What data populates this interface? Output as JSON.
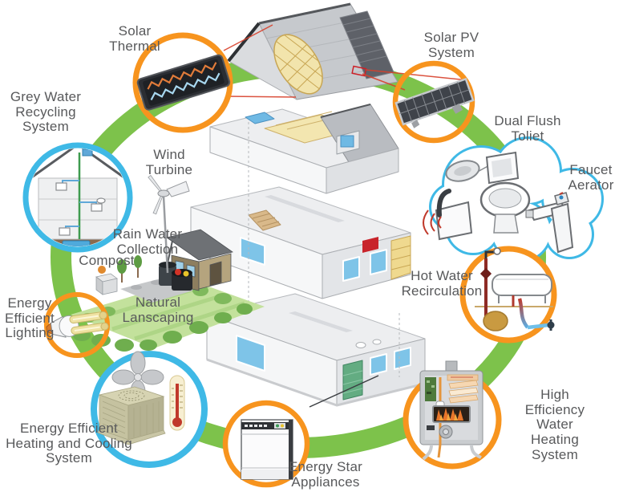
{
  "description": "Circular diagram of eco-friendly house features around an exploded isometric cutaway house illustration",
  "colors": {
    "ring_green": "#7DC24B",
    "circle_orange": "#F7941E",
    "circle_blue": "#3FB9E6",
    "label_text": "#58595B",
    "callout_red": "#D8402B"
  },
  "features": {
    "solar_thermal": {
      "label": "Solar\nThermal"
    },
    "solar_pv": {
      "label": "Solar PV\nSystem"
    },
    "grey_water": {
      "label": "Grey Water\nRecycling\nSystem"
    },
    "wind_turbine": {
      "label": "Wind\nTurbine"
    },
    "rain_water": {
      "label": "Rain Water\nCollection"
    },
    "compost": {
      "label": "Compost"
    },
    "natural_landscaping": {
      "label": "Natural\nLanscaping"
    },
    "energy_efficient_lighting": {
      "label": "Energy\nEfficient\nLighting"
    },
    "dual_flush_toilet": {
      "label": "Dual Flush\nToliet"
    },
    "faucet_aerator": {
      "label": "Faucet\nAerator"
    },
    "hot_water_recirculation": {
      "label": "Hot Water\nRecirculation"
    },
    "high_efficiency_water_heating": {
      "label": "High Efficiency\nWater Heating\nSystem"
    },
    "energy_star_appliances": {
      "label": "Energy Star\nAppliances"
    },
    "heating_and_cooling": {
      "label": "Energy Efficient\nHeating and Cooling\nSystem"
    }
  }
}
